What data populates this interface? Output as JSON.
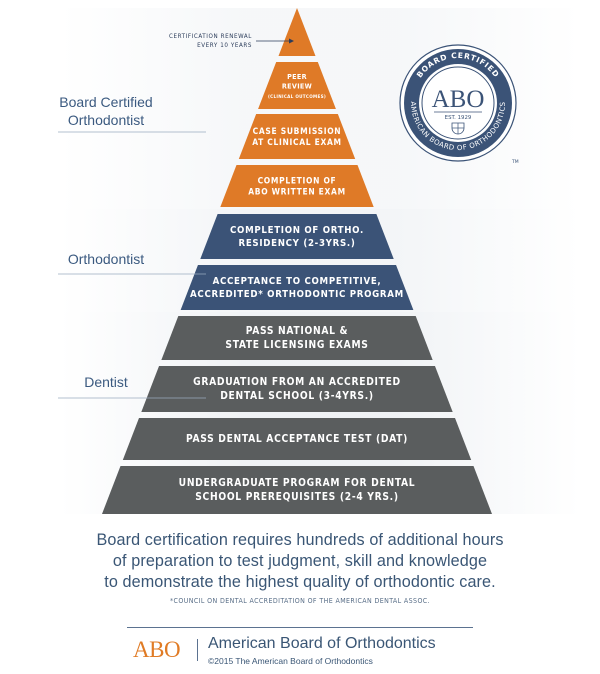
{
  "levels": [
    {
      "lines": [
        "UNDERGRADUATE PROGRAM FOR DENTAL",
        "SCHOOL PREREQUISITES (2-4 YRS.)"
      ],
      "tier": "dentist"
    },
    {
      "lines": [
        "PASS DENTAL ACCEPTANCE TEST (DAT)"
      ],
      "tier": "dentist"
    },
    {
      "lines": [
        "GRADUATION FROM AN ACCREDITED",
        "DENTAL SCHOOL (3-4YRS.)"
      ],
      "tier": "dentist"
    },
    {
      "lines": [
        "PASS NATIONAL &",
        "STATE LICENSING EXAMS"
      ],
      "tier": "dentist"
    },
    {
      "lines": [
        "ACCEPTANCE TO COMPETITIVE,",
        "ACCREDITED* ORTHODONTIC PROGRAM"
      ],
      "tier": "orthodontist"
    },
    {
      "lines": [
        "COMPLETION OF ORTHO.",
        "RESIDENCY (2-3YRS.)"
      ],
      "tier": "orthodontist"
    },
    {
      "lines": [
        "COMPLETION OF",
        "ABO WRITTEN EXAM"
      ],
      "tier": "board"
    },
    {
      "lines": [
        "CASE SUBMISSION",
        "AT CLINICAL EXAM"
      ],
      "tier": "board"
    },
    {
      "lines": [
        "PEER",
        "REVIEW",
        "(CLINICAL OUTCOMES)"
      ],
      "tier": "board"
    }
  ],
  "tier_labels": {
    "board": [
      "Board Certified",
      "Orthodontist"
    ],
    "orthodontist": "Orthodontist",
    "dentist": "Dentist"
  },
  "tier_colors": {
    "dentist": "#5a5d5e",
    "orthodontist": "#3b5377",
    "board": "#df7a27"
  },
  "renewal": [
    "CERTIFICATION RENEWAL",
    "EVERY 10 YEARS"
  ],
  "seal": {
    "top_text": "BOARD CERTIFIED",
    "ring_text": "AMERICAN BOARD OF ORTHODONTICS",
    "center": "ABO",
    "est": "EST. 1929",
    "tm": "TM"
  },
  "caption": [
    "Board certification requires hundreds of additional hours",
    "of preparation to test judgment, skill and knowledge",
    "to demonstrate the highest quality of orthodontic care."
  ],
  "footnote": "*COUNCIL ON DENTAL ACCREDITATION OF THE AMERICAN DENTAL ASSOC.",
  "footer": {
    "logo": "ABO",
    "name": "American Board of Orthodontics",
    "copyright": "©2015 The American Board of Orthodontics"
  }
}
